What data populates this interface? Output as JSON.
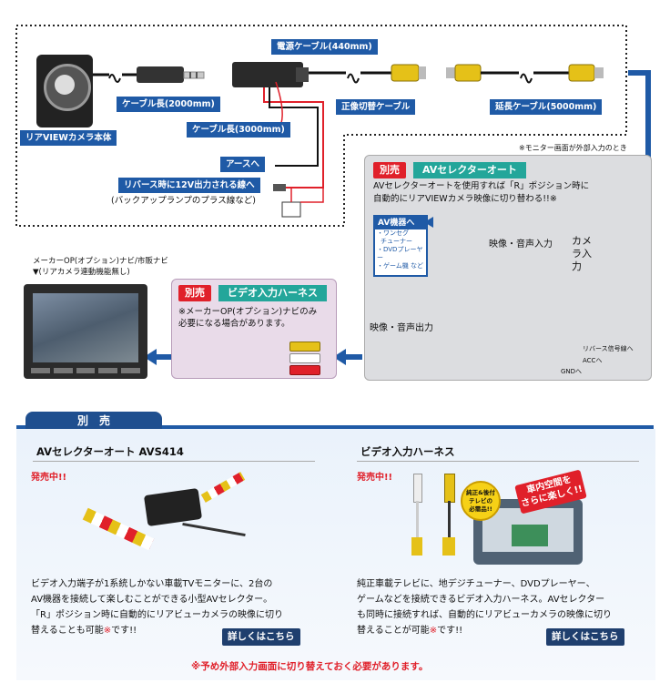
{
  "diagram": {
    "labels": {
      "power_cable": "電源ケーブル(440mm)",
      "cable_2000": "ケーブル長(2000mm)",
      "rear_camera": "リアVIEWカメラ本体",
      "normal_reverse": "正像切替ケーブル",
      "ext_cable": "延長ケーブル(5000mm)",
      "cable_3000": "ケーブル長(3000mm)",
      "earth": "アースへ",
      "reverse_12v": "リバース時に12V出力される線へ",
      "backup_lamp": "(バックアップランプのプラス線など)",
      "monitor_note": "※モニター画面が外部入力のとき",
      "nav_note1": "メーカーOP(オプション)ナビ/市販ナビ",
      "nav_note2": "▼(リアカメラ連動機能無し)"
    },
    "selector": {
      "badge": "別売",
      "title": "AVセレクターオート",
      "desc1": "AVセレクターオートを使用すれば「R」ポジション時に",
      "desc2": "自動的にリアVIEWカメラ映像に切り替わる!!※",
      "av_equip": "AV機器へ",
      "av_items": [
        "・ワンセグ",
        "チューナー",
        "・DVDプレーヤー",
        "・ゲーム機 など"
      ],
      "video_audio_in": "映像・音声入力",
      "camera_in": "カメラ入力",
      "video_audio_out": "映像・音声出力",
      "reverse_signal": "リバース信号線へ",
      "acc": "ACCへ",
      "gnd": "GNDへ"
    },
    "harness": {
      "badge": "別売",
      "title": "ビデオ入力ハーネス",
      "note1": "※メーカーOP(オプション)ナビのみ",
      "note2": "必要になる場合があります。"
    }
  },
  "bottom": {
    "header": "別　売",
    "footnote": "※予め外部入力画面に切り替えておく必要があります。",
    "product1": {
      "name": "AVセレクターオート AVS414",
      "status": "発売中!!",
      "line1": "ビデオ入力端子が1系統しかない車載TVモニターに、2台の",
      "line2": "AV機器を接続して楽しむことができる小型AVセレクター。",
      "line3": "「R」ポジション時に自動的にリアビューカメラの映像に切り",
      "line4a": "替えることも可能",
      "mark": "※",
      "line4b": "です!!",
      "button": "詳しくはこちら"
    },
    "product2": {
      "name": "ビデオ入力ハーネス",
      "status": "発売中!!",
      "line1": "純正車載テレビに、地デジチューナー、DVDプレーヤー、",
      "line2": "ゲームなどを接続できるビデオ入力ハーネス。AVセレクター",
      "line3": "も同時に接続すれば、自動的にリアビューカメラの映像に切り",
      "line4a": "替えることが可能",
      "mark": "※",
      "line4b": "です!!",
      "button": "詳しくはこちら",
      "badge_circle1": "純正&後付",
      "badge_circle2": "テレビの",
      "badge_circle3": "必需品!!",
      "banner1": "車内空間を",
      "banner2": "さらに楽しく!!"
    }
  },
  "colors": {
    "accent_blue": "#1f5aa6",
    "red": "#e0202a",
    "teal": "#23a69a",
    "dark_navy": "#1f3f6e"
  }
}
